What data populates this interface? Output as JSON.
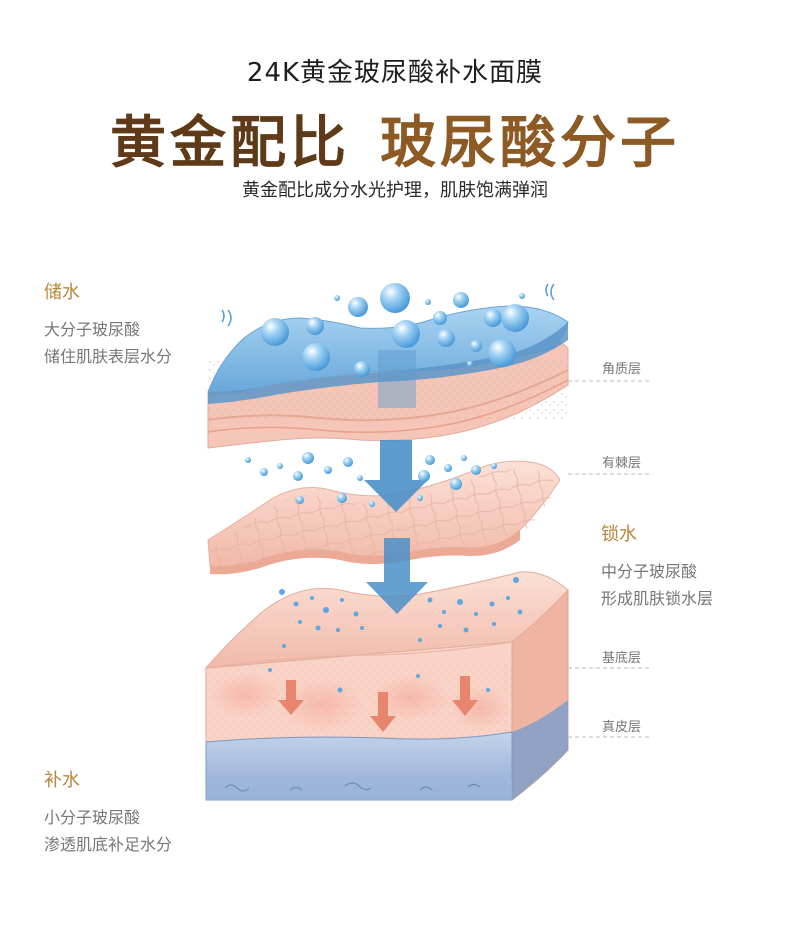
{
  "header": {
    "product": "24K黄金玻尿酸补水面膜",
    "headline_part1": "黄金配比",
    "headline_part2": "玻尿酸分子",
    "tagline": "黄金配比成分水光护理，肌肤饱满弹润"
  },
  "notes": {
    "store": {
      "title": "储水",
      "line1": "大分子玻尿酸",
      "line2": "储住肌肤表层水分"
    },
    "lock": {
      "title": "锁水",
      "line1": "中分子玻尿酸",
      "line2": "形成肌肤锁水层"
    },
    "replenish": {
      "title": "补水",
      "line1": "小分子玻尿酸",
      "line2": "渗透肌底补足水分"
    }
  },
  "layers": {
    "stratum_corneum": "角质层",
    "stratum_spinosum": "有棘层",
    "stratum_basale": "基底层",
    "dermis": "真皮层"
  },
  "colors": {
    "headline_dark": "#5e3a18",
    "headline_light": "#8d5a24",
    "accent_gold": "#b8873a",
    "water_blue": "#7fb8e0",
    "skin_pink": "#f6c9bc",
    "arrow_blue": "#4b8fc8",
    "arrow_salmon": "#e8866d"
  },
  "icons": [
    "water-bubble",
    "down-arrow",
    "skin-layer"
  ]
}
